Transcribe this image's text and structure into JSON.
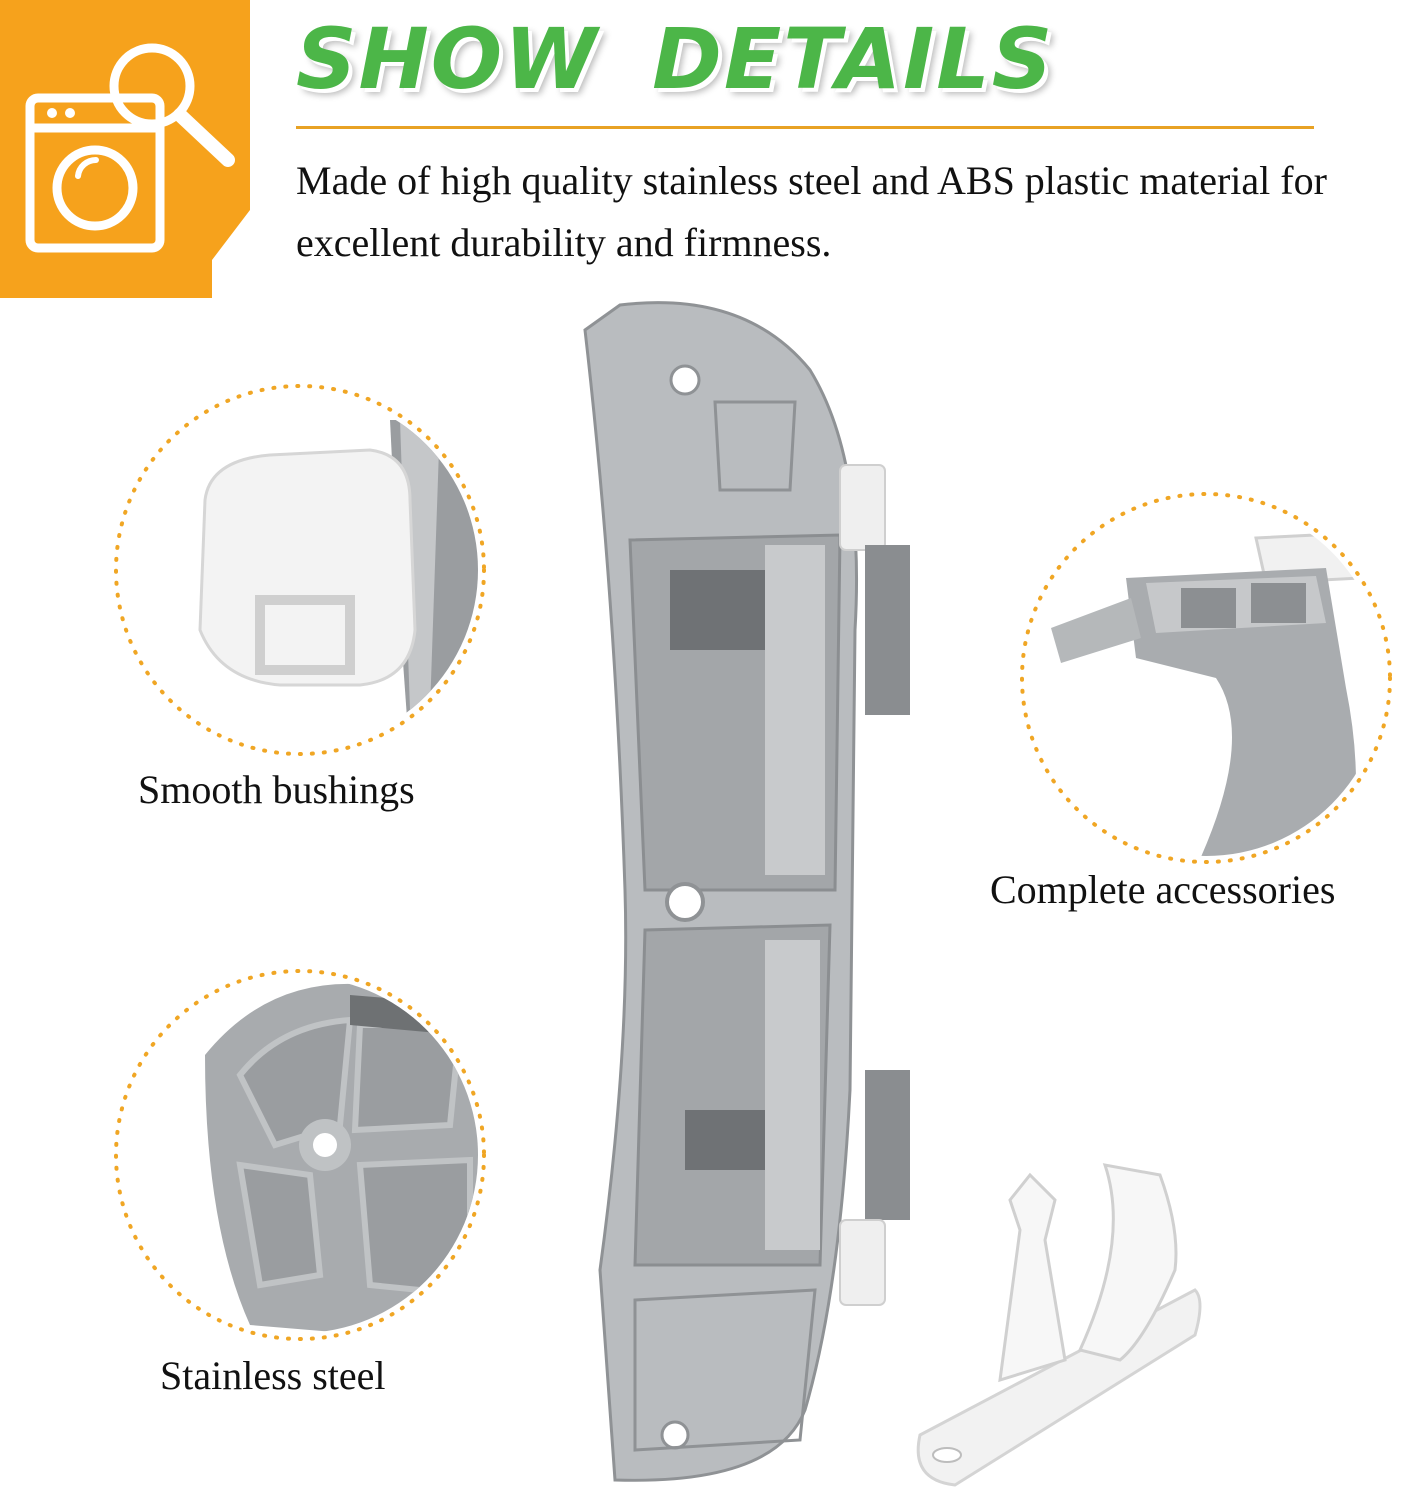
{
  "header": {
    "badge_icon": "washing-machine-magnifier-icon",
    "title": "SHOW  DETAILS",
    "description": "Made of high quality stainless steel and ABS plastic material for excellent durability and firmness."
  },
  "callouts": [
    {
      "caption": "Smooth bushings"
    },
    {
      "caption": "Stainless steel"
    },
    {
      "caption": "Complete accessories"
    }
  ],
  "colors": {
    "accent_orange": "#f6a21c",
    "title_green": "#4cb648",
    "metal_gray": "#b7babd",
    "dot_border": "#f0a624"
  }
}
